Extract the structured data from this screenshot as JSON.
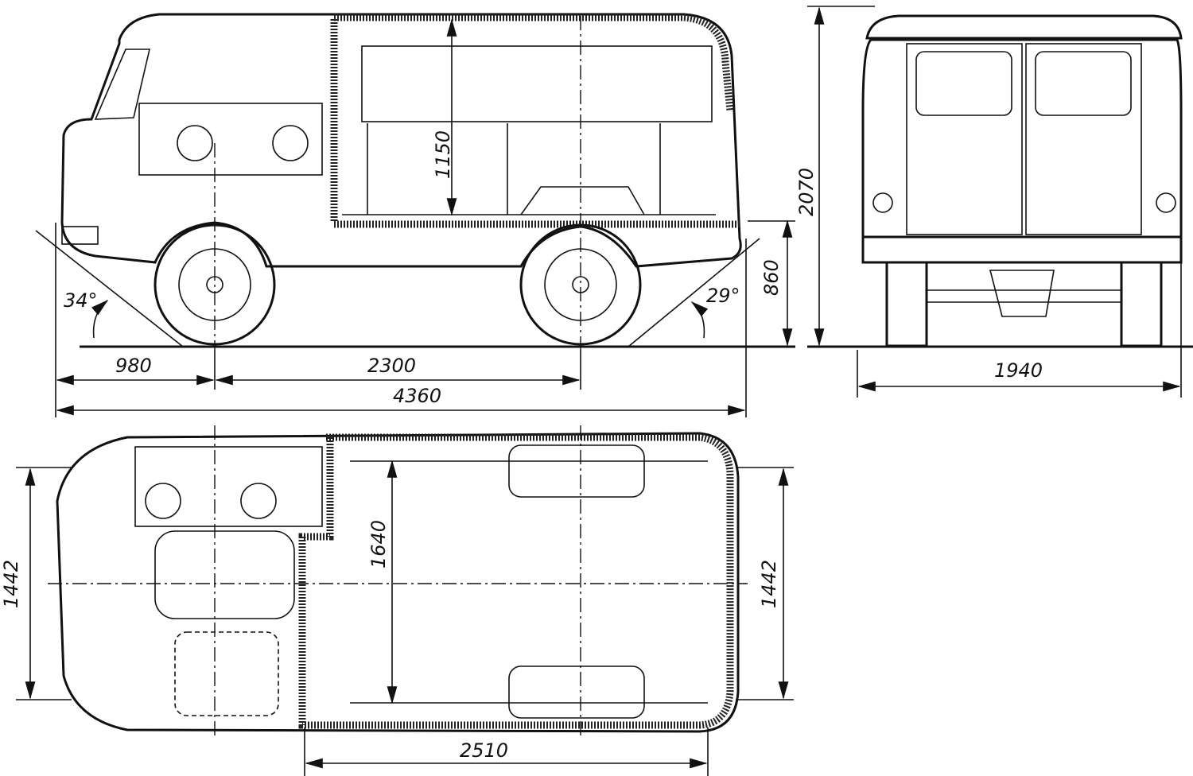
{
  "drawing": {
    "side_view": {
      "interior_height": "1150",
      "approach_angle": "34°",
      "departure_angle": "29°",
      "ground_clearance_height": "860",
      "front_overhang": "980",
      "wheelbase": "2300",
      "overall_length": "4360"
    },
    "rear_view": {
      "overall_height": "2070",
      "overall_width": "1940"
    },
    "top_view": {
      "front_track": "1442",
      "interior_width": "1640",
      "rear_track": "1442",
      "cargo_length": "2510"
    }
  }
}
